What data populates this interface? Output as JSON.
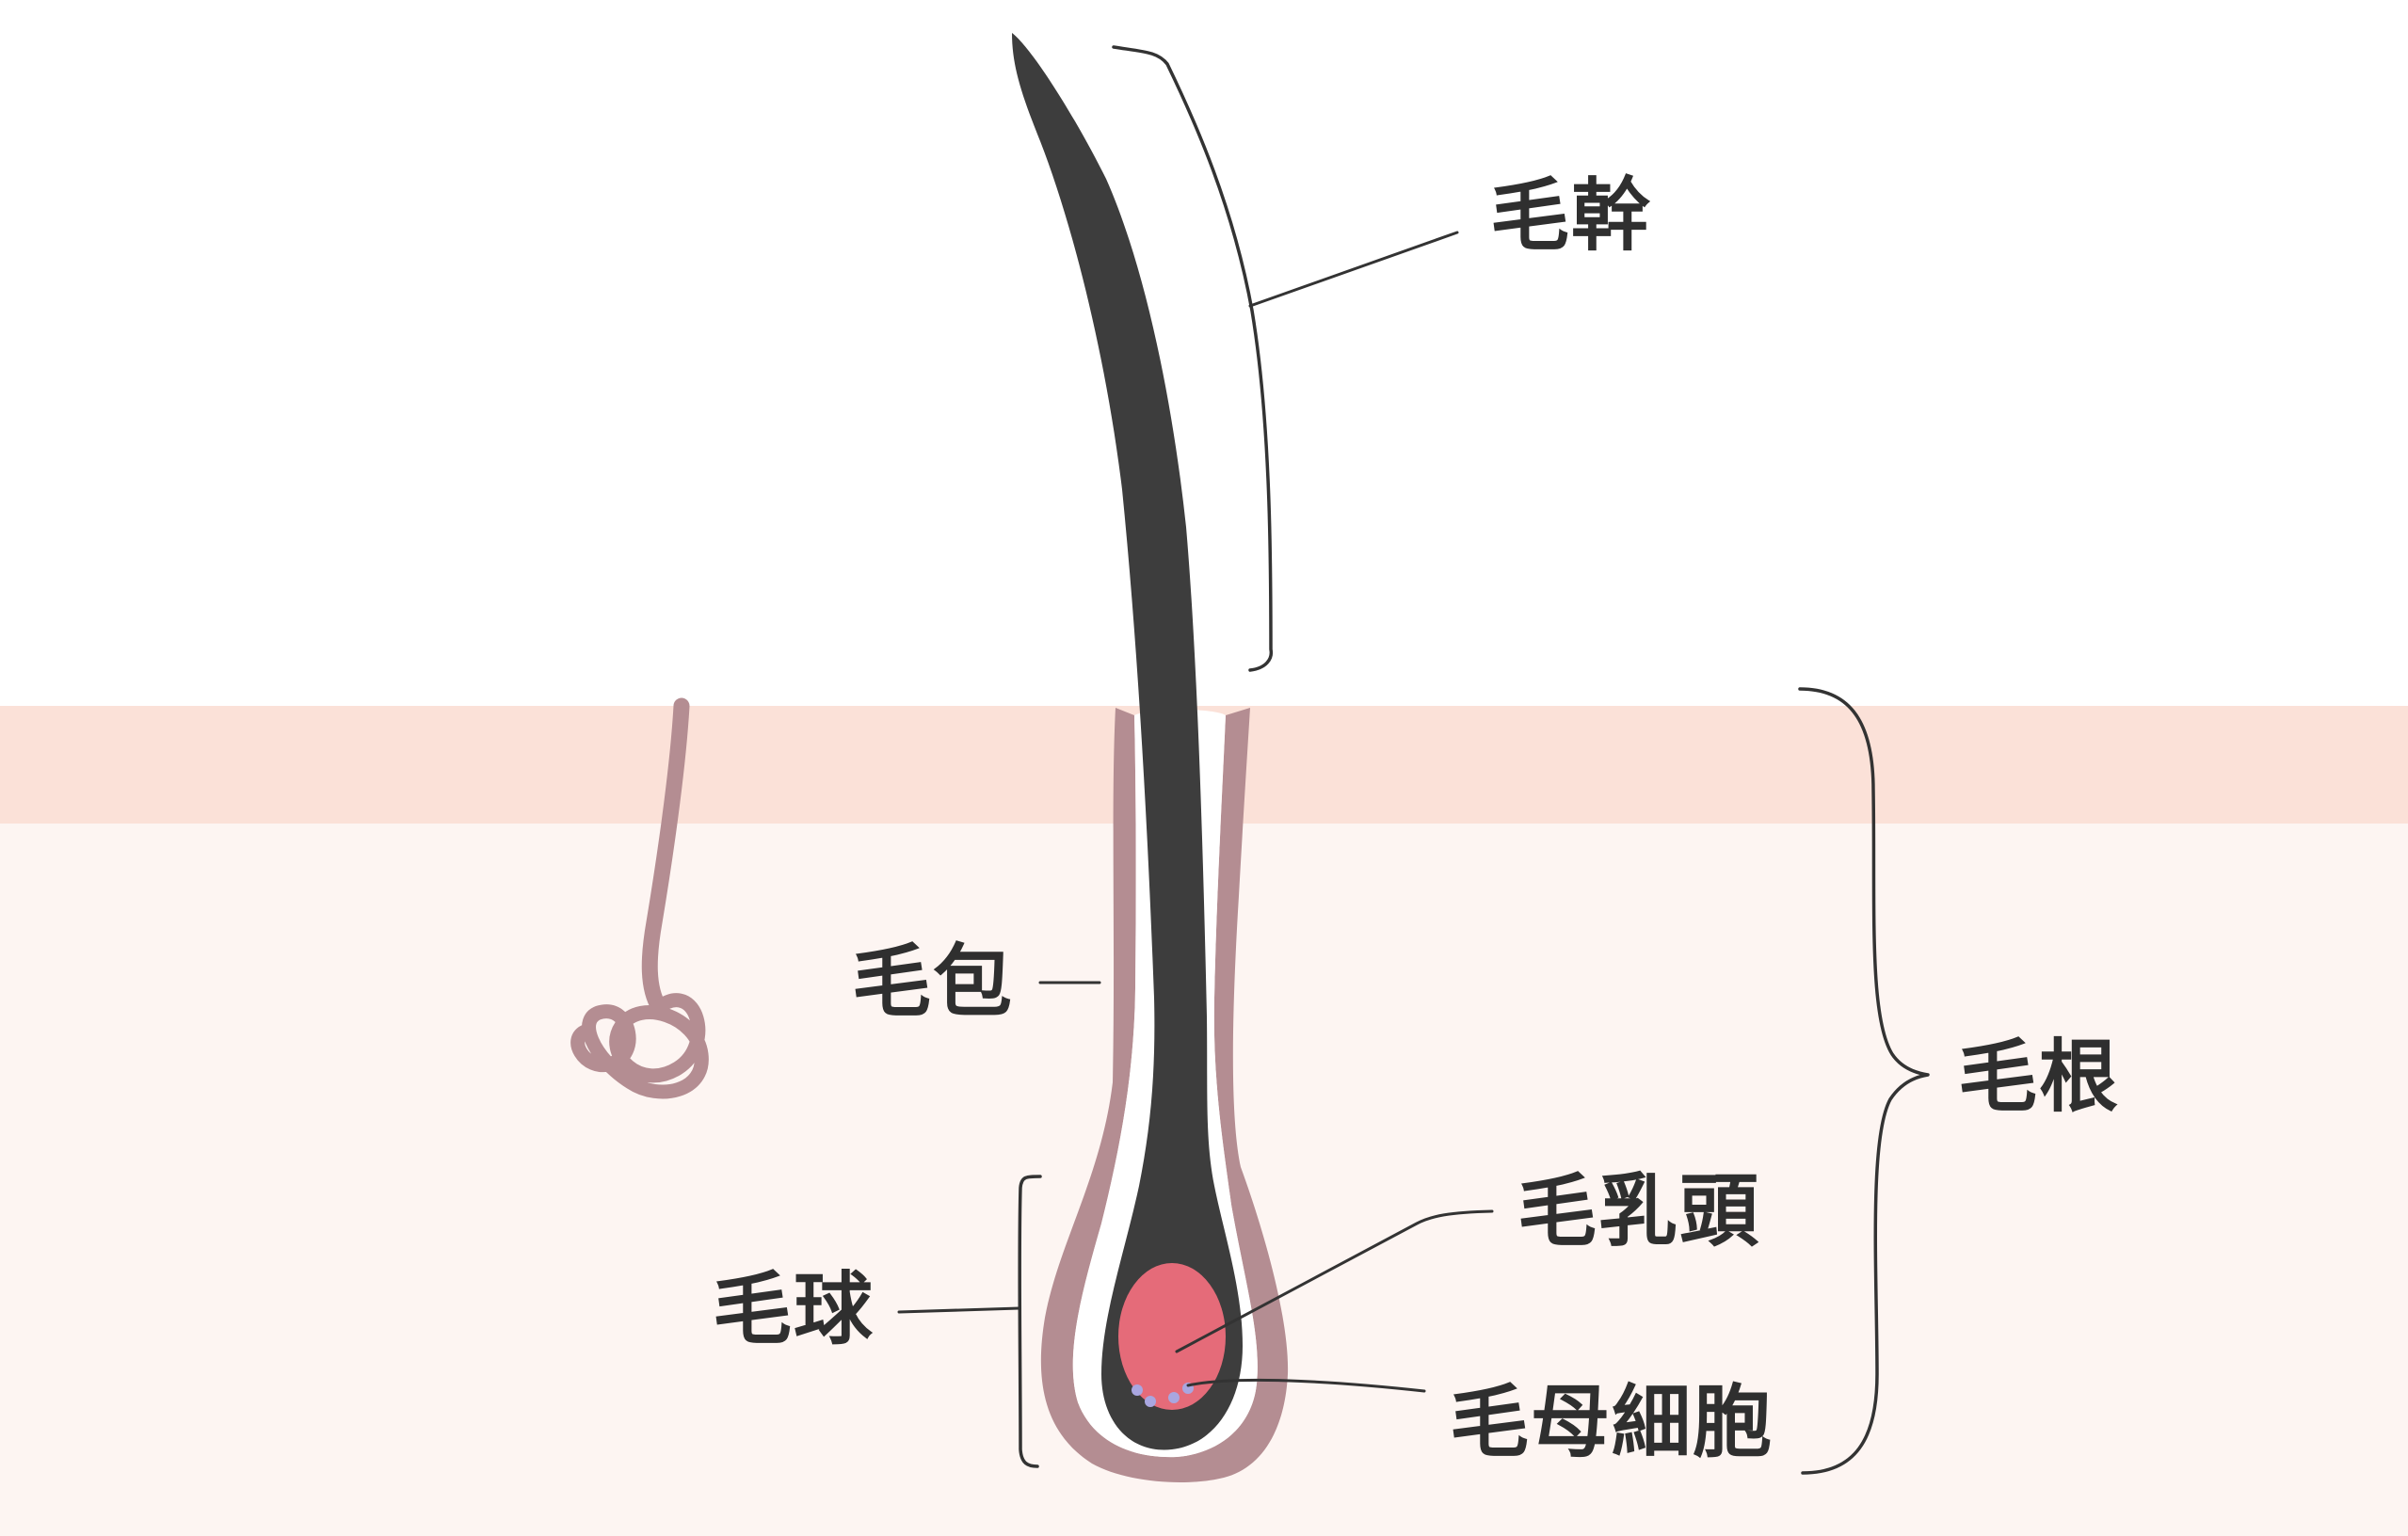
{
  "labels": {
    "hair_shaft": "毛幹",
    "hair_follicle": "毛包",
    "hair_root": "毛根",
    "hair_bulb": "毛球",
    "dermal_papilla": "毛乳頭",
    "hair_matrix_cells": "毛母細胞"
  },
  "colors": {
    "background": "#ffffff",
    "epidermis": "#fbe1d8",
    "dermis": "#fdf5f2",
    "hair": "#3d3d3d",
    "follicle_sheath": "#b48d92",
    "papilla": "#e56b79",
    "matrix_cells": "#a9a6e0",
    "line": "#333333",
    "text": "#2f2f2f"
  }
}
